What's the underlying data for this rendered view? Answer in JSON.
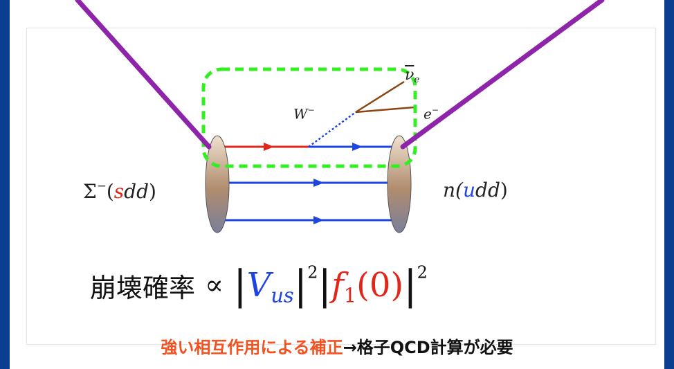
{
  "labels": {
    "nu_bar": "ν",
    "nu_sub": "e",
    "w_boson": "W",
    "w_sup": "−",
    "electron": "e",
    "electron_sup": "−",
    "sigma_prefix": "Σ",
    "sigma_sup": "−",
    "sigma_open": "(",
    "sigma_s": "s",
    "sigma_dd": "dd",
    "sigma_close": ")",
    "neutron_prefix": "n(",
    "neutron_u": "u",
    "neutron_dd": "dd",
    "neutron_close": ")"
  },
  "formula": {
    "text": "崩壊確率",
    "proportional": "∝",
    "v": "V",
    "v_sub": "us",
    "exp1": "2",
    "f": "f",
    "f_sub": "1",
    "f_arg": "(0)",
    "exp2": "2"
  },
  "caption": {
    "part1": "強い相互作用による補正",
    "part2": "→格子QCD計算が必要"
  },
  "colors": {
    "background": "#0b3d91",
    "strange_quark_line": "#e0271c",
    "light_quark_line": "#1e45e0",
    "lepton_line": "#8b4513",
    "highlight_box": "#33ee22",
    "pointer": "#8e24aa"
  }
}
